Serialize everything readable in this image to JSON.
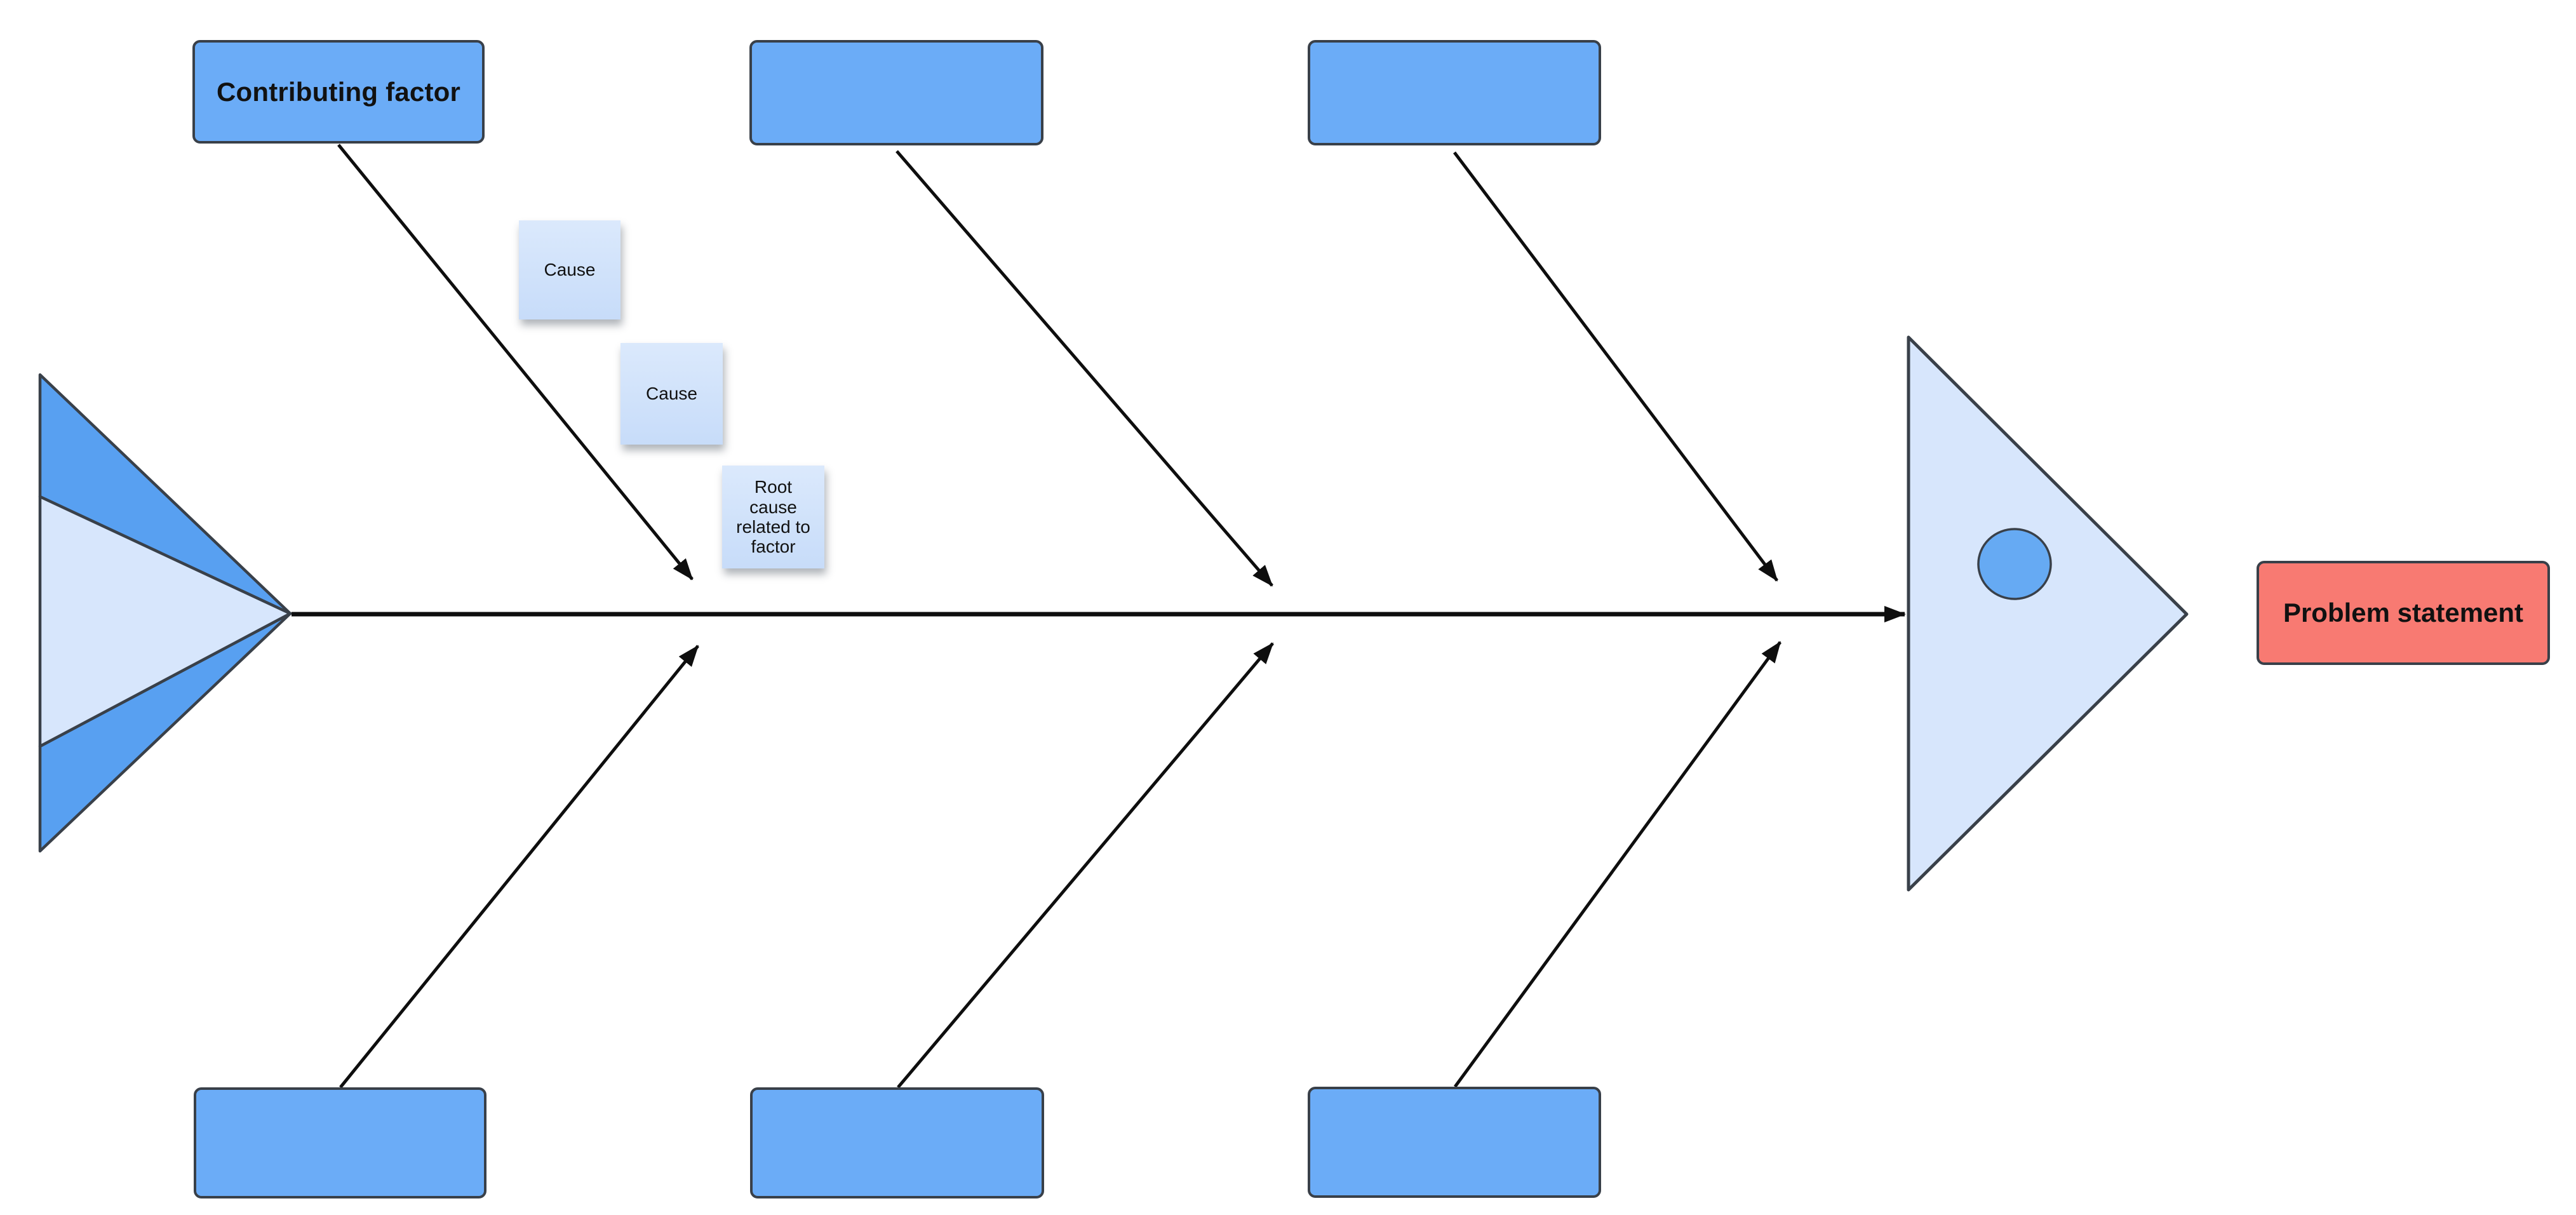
{
  "diagram": {
    "kind": "fishbone-cause-effect-template",
    "problem_box": {
      "label": "Problem statement"
    },
    "factor_boxes": {
      "top": [
        {
          "label": "Contributing factor"
        },
        {
          "label": ""
        },
        {
          "label": ""
        }
      ],
      "bottom": [
        {
          "label": ""
        },
        {
          "label": ""
        },
        {
          "label": ""
        }
      ]
    },
    "sticky_notes": [
      {
        "label": "Cause"
      },
      {
        "label": "Cause"
      },
      {
        "label": "Root cause related to factor"
      }
    ],
    "colors": {
      "canvas_background": "#ffffff",
      "factor_box_fill": "#6bacf7",
      "problem_box_fill": "#f87a72",
      "shape_border": "#394049",
      "sticky_note_fill": "#cde0f9",
      "tail_fin_dark": "#58a0f1",
      "tail_fin_light": "#d7e6fc",
      "head_fill": "#d7e6fc",
      "eye_fill": "#66aaf3",
      "arrow_line": "#0e0e0e",
      "text": "#111111"
    }
  }
}
